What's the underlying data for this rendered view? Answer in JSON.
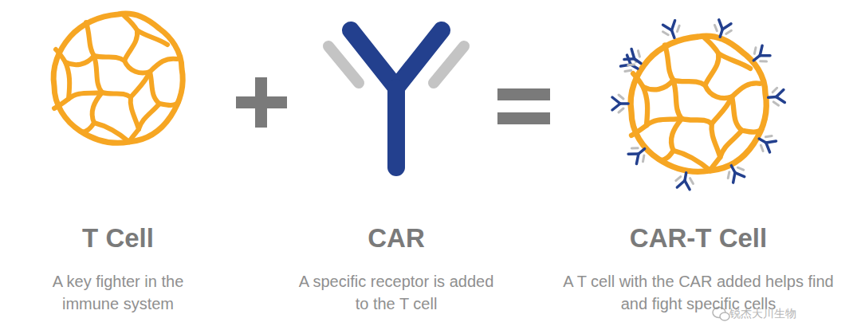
{
  "diagram": {
    "labels": [
      "T Cell",
      "A key fighter in the immune system",
      "CAR",
      "A specific receptor is added to the T cell",
      "CAR-T Cell",
      "A T cell with the CAR added helps find and fight specific cells",
      "锐杰天川生物"
    ]
  }
}
